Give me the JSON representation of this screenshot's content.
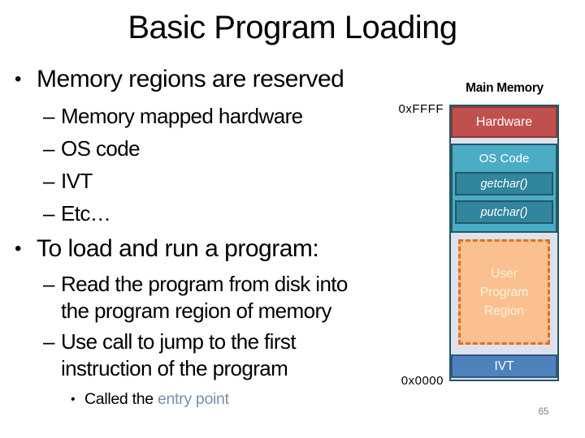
{
  "slide": {
    "title": "Basic Program Loading",
    "page_number": "65",
    "markers": {
      "level1": "•",
      "level2": "–",
      "level3": "•"
    },
    "bullets": {
      "b1": {
        "text": "Memory regions are reserved",
        "sub": [
          "Memory mapped hardware",
          "OS code",
          "IVT",
          "Etc…"
        ]
      },
      "b2": {
        "text": "To load and run a program:",
        "sub": [
          "Read the program from disk into the program region of memory",
          "Use call to jump to the first instruction of the program"
        ],
        "note": {
          "prefix": "Called the ",
          "highlight": "entry point"
        }
      }
    }
  },
  "diagram": {
    "title": "Main Memory",
    "address_top": "0xFFFF",
    "address_bottom": "0x0000",
    "segments": {
      "hardware": {
        "label": "Hardware",
        "fill": "#C0504D",
        "border": "#8E3A38"
      },
      "os_group": {
        "label": "OS Code",
        "fill": "#4BACC6",
        "border": "#215968"
      },
      "getchar": {
        "label": "getchar()",
        "fill": "#31859C",
        "border": "#215968"
      },
      "putchar": {
        "label": "putchar()",
        "fill": "#31859C",
        "border": "#215968"
      },
      "user_program": {
        "lines": [
          "User",
          "Program",
          "Region"
        ],
        "fill": "#FAC090",
        "border": "#DD7125"
      },
      "ivt": {
        "label": "IVT",
        "fill": "#4F81BD",
        "border": "#30557F"
      }
    },
    "colors": {
      "column_border": "#215968",
      "column_background": "#DEE2EF"
    }
  },
  "colors": {
    "entry_point_text": "#7590AE",
    "page_number_text": "#7F7F7F"
  }
}
